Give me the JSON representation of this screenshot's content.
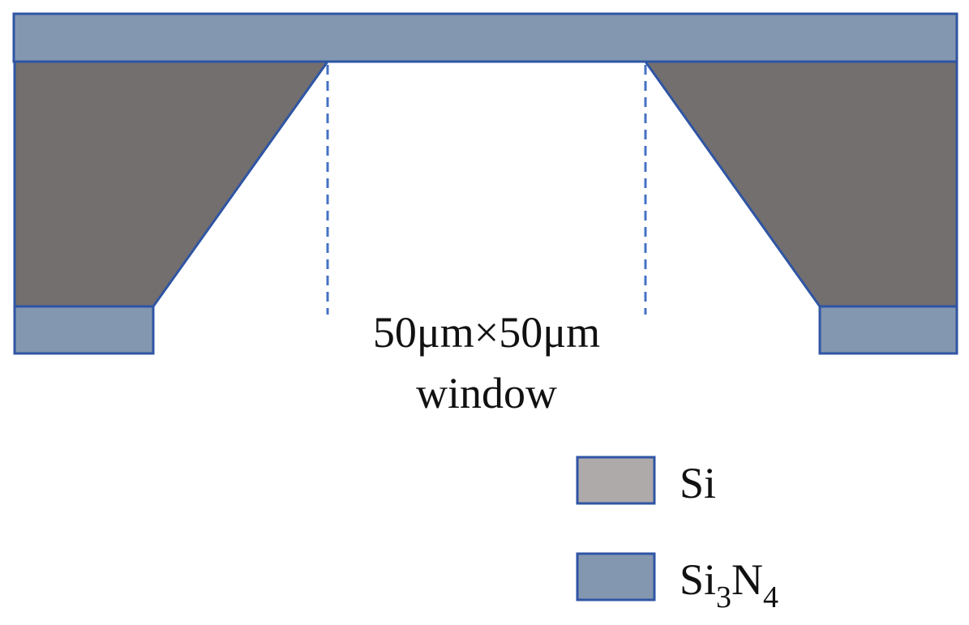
{
  "colors": {
    "si_fill": "#736F6E",
    "si3n4_fill": "#8497B0",
    "outline": "#2F55A4",
    "dashed_line": "#4472C4",
    "legend_si_swatch": "#AEAAAA",
    "legend_si3n4_swatch": "#8497B0",
    "text": "#111111"
  },
  "window_label": {
    "line1": "50μm×50μm",
    "line2": "window"
  },
  "legend": {
    "items": [
      {
        "key": "si",
        "label": "Si"
      },
      {
        "key": "si3n4",
        "label_main": "Si",
        "sub1": "3",
        "mid": "N",
        "sub2": "4"
      }
    ]
  }
}
